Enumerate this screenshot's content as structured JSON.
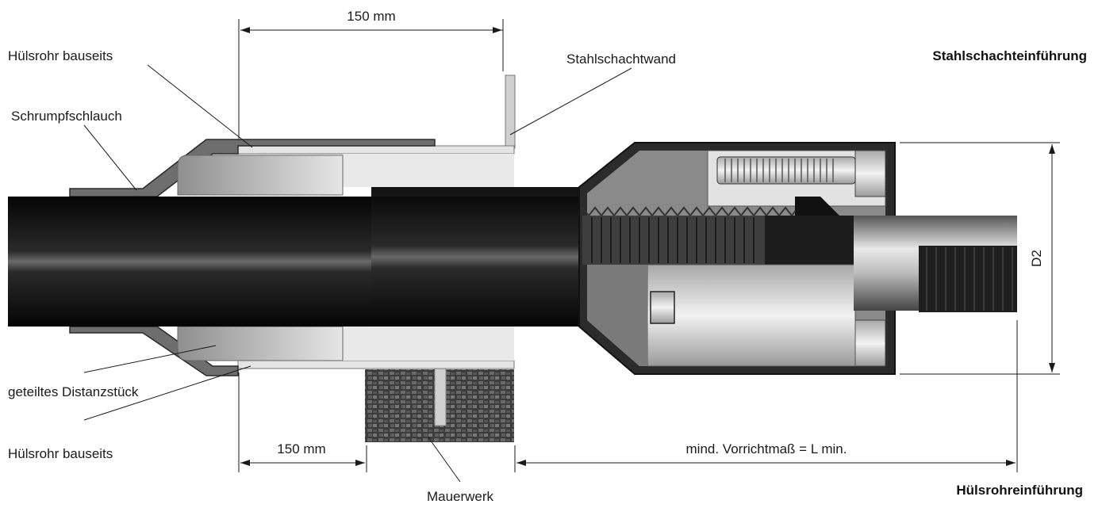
{
  "titles": {
    "steel_shaft": "Stahlschachteinführung",
    "sleeve_pipe": "Hülsrohreinführung"
  },
  "labels": {
    "sleeve_top": "Hülsrohr bauseits",
    "shrink_tube": "Schrumpfschlauch",
    "steel_wall": "Stahlschachtwand",
    "spacer": "geteiltes Distanzstück",
    "sleeve_bottom": "Hülsrohr bauseits",
    "masonry": "Mauerwerk"
  },
  "dimensions": {
    "top_150": "150 mm",
    "bottom_150": "150 mm",
    "min_length": "mind. Vorrichtmaß = L min.",
    "diameter": "D2"
  },
  "colors": {
    "pipe": "#0c0c0c",
    "housing": "#2b2b2b",
    "metal_light": "#d8d8d8",
    "metal_mid": "#9a9a9a",
    "masonry": "#4a4a4a"
  }
}
